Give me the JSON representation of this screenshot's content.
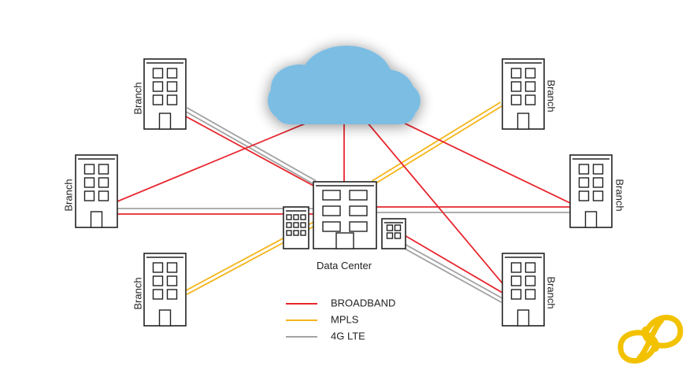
{
  "colors": {
    "broadband": "#e8262e",
    "mpls": "#f5b51b",
    "lte": "#a3a3a3",
    "cloud": "#7bbde3",
    "logo": "#f2c200"
  },
  "hub": {
    "label": "Data Center"
  },
  "branches": [
    {
      "label": "Branch"
    },
    {
      "label": "Branch"
    },
    {
      "label": "Branch"
    },
    {
      "label": "Branch"
    },
    {
      "label": "Branch"
    },
    {
      "label": "Branch"
    }
  ],
  "legend": [
    {
      "label": "BROADBAND",
      "color": "#e8262e"
    },
    {
      "label": "MPLS",
      "color": "#f5b51b"
    },
    {
      "label": "4G LTE",
      "color": "#a3a3a3"
    }
  ],
  "icons": {
    "cloud": "cloud-icon",
    "logo": "brand-logo-icon"
  }
}
